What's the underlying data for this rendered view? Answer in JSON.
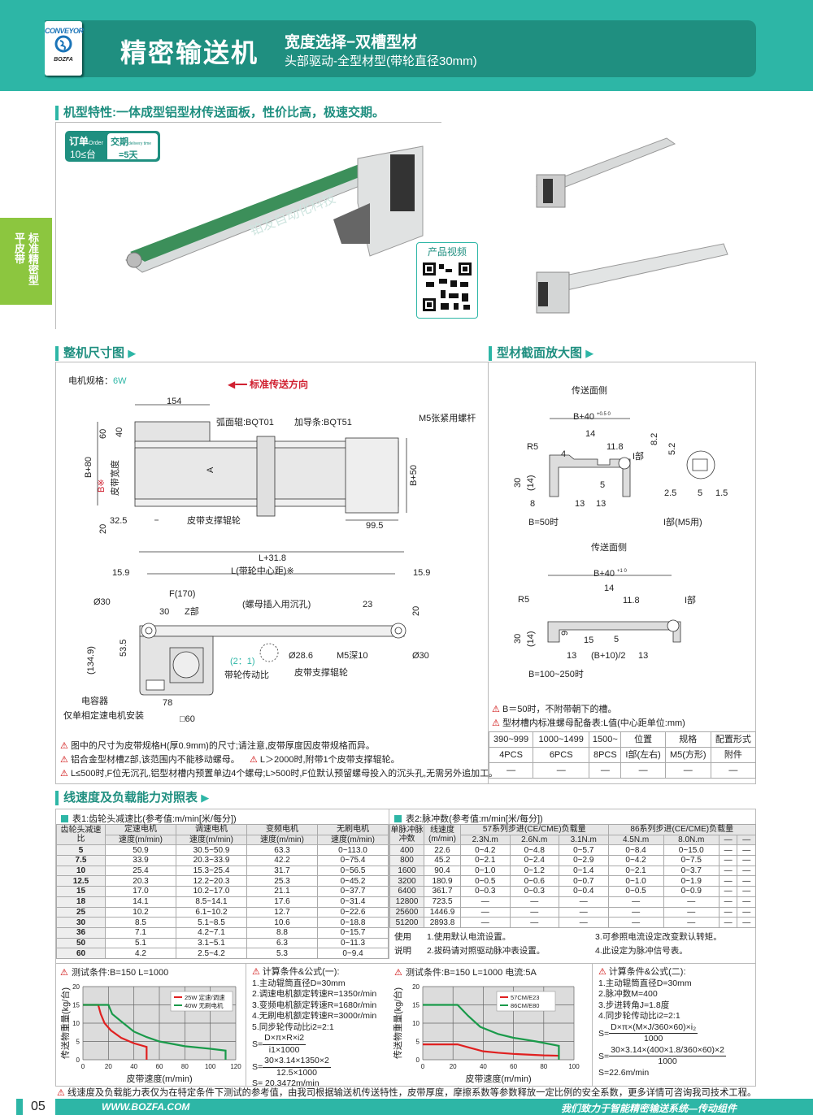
{
  "header": {
    "logo_top": "CONVEYOR",
    "logo_bottom": "BOZFA",
    "title": "精密输送机",
    "subtitle1": "宽度选择−双槽型材",
    "subtitle2": "头部驱动-全型材型(带轮直径30mm)"
  },
  "side_tab": {
    "col1": "标准精密型",
    "col2": "平皮带"
  },
  "features": {
    "title": "机型特性:一体成型铝型材传送面板，性价比高，极速交期。",
    "order_label": "订单",
    "order_en": "Order",
    "order_qty": "10≤台",
    "delivery_label": "交期",
    "delivery_en": "delivery time",
    "delivery_val": "=5天",
    "video_label": "产品视频",
    "watermark": "铂发自动化科技"
  },
  "dimension": {
    "title": "整机尺寸图",
    "motor_label": "电机规格：",
    "motor_value": "6W",
    "direction": "标准传送方向",
    "top": {
      "d154": "154",
      "roller": "弧面辊:BQT01",
      "guide": "加导条:BQT51",
      "screw": "M5张紧用螺杆",
      "d60": "60",
      "d40": "40",
      "b80": "B+80",
      "bmark": "B※",
      "bwidth": "皮带宽度",
      "a": "A",
      "b50": "B+50",
      "d325": "32.5",
      "d20": "20",
      "support": "皮带支撑辊轮",
      "d995": "99.5"
    },
    "side": {
      "l318": "L+31.8",
      "lcenter": "L(带轮中心距)※",
      "d159": "15.9",
      "f170": "F(170)",
      "o30": "Ø30",
      "d30": "30",
      "zpart": "Z部",
      "nut_hole": "(螺母插入用沉孔)",
      "d23": "23",
      "d20": "20",
      "d535": "53.5",
      "d1349": "(134.9)",
      "ratio": "(2：1)",
      "ratio_label": "带轮传动比",
      "o286": "Ø28.6",
      "m5": "M5深10",
      "support": "皮带支撑辊轮",
      "capacitor": "电容器",
      "cap_note": "仅单相定速电机安装",
      "d78": "78",
      "sq60": "□60"
    },
    "notes": [
      "图中的尺寸为皮带规格H(厚0.9mm)的尺寸;请注意,皮带厚度因皮带规格而异。",
      "铝合金型材槽Z部,该范围内不能移动螺母。",
      "L＞2000时,附带1个皮带支撑辊轮。",
      "L≤500时,F位无沉孔,铝型材槽内预置单边4个螺母;L>500时,F位默认预留螺母投入的沉头孔,无需另外追加工。"
    ]
  },
  "profile": {
    "title": "型材截面放大图",
    "side": "传送面侧",
    "b40": "B+40",
    "tol1": "+0.5 0",
    "tol2": "+1 0",
    "d14": "14",
    "d118": "11.8",
    "r5": "R5",
    "ipart": "I部",
    "d8": "8",
    "d30": "30",
    "d14p": "(14)",
    "d4": "4",
    "d5": "5",
    "d13": "13",
    "d9": "9",
    "d15": "15",
    "b10": "(B+10)/2",
    "case1": "B=50时",
    "case2": "B=100~250时",
    "detail": "I部(M5用)",
    "d82": "8.2",
    "d52": "5.2",
    "d25": "2.5",
    "d15b": "1.5",
    "notes": [
      "B＝50时，不附带朝下的槽。",
      "型材槽内标准螺母配备表:L值(中心距单位:mm)"
    ],
    "nut_table": {
      "headers": [
        "390~999",
        "1000~1499",
        "1500~",
        "位置",
        "规格",
        "配置形式"
      ],
      "rows": [
        [
          "4PCS",
          "6PCS",
          "8PCS",
          "I部(左右)",
          "M5(方形)",
          "附件"
        ],
        [
          "—",
          "—",
          "—",
          "—",
          "—",
          "—"
        ]
      ]
    }
  },
  "speed": {
    "title": "线速度及负载能力对照表",
    "table1": {
      "caption": "表1:齿轮头减速比(参考值:m/min[米/每分])",
      "h0": "齿轮头减速比",
      "heads": [
        "定速电机",
        "调速电机",
        "变频电机",
        "无刷电机"
      ],
      "sub": "速度(m/min)",
      "rows": [
        [
          "5",
          "50.9",
          "30.5~50.9",
          "63.3",
          "0~113.0"
        ],
        [
          "7.5",
          "33.9",
          "20.3~33.9",
          "42.2",
          "0~75.4"
        ],
        [
          "10",
          "25.4",
          "15.3~25.4",
          "31.7",
          "0~56.5"
        ],
        [
          "12.5",
          "20.3",
          "12.2~20.3",
          "25.3",
          "0~45.2"
        ],
        [
          "15",
          "17.0",
          "10.2~17.0",
          "21.1",
          "0~37.7"
        ],
        [
          "18",
          "14.1",
          "8.5~14.1",
          "17.6",
          "0~31.4"
        ],
        [
          "25",
          "10.2",
          "6.1~10.2",
          "12.7",
          "0~22.6"
        ],
        [
          "30",
          "8.5",
          "5.1~8.5",
          "10.6",
          "0~18.8"
        ],
        [
          "36",
          "7.1",
          "4.2~7.1",
          "8.8",
          "0~15.7"
        ],
        [
          "50",
          "5.1",
          "3.1~5.1",
          "6.3",
          "0~11.3"
        ],
        [
          "60",
          "4.2",
          "2.5~4.2",
          "5.3",
          "0~9.4"
        ]
      ]
    },
    "table2": {
      "caption": "表2:脉冲数(参考值:m/min[米/每分])",
      "h0": "单脉冲脉冲数",
      "h1": "线速度(m/min)",
      "g57": "57系列步进(CE/CME)负载量",
      "g86": "86系列步进(CE/CME)负载量",
      "subs": [
        "2.3N.m",
        "2.6N.m",
        "3.1N.m",
        "4.5N.m",
        "8.0N.m",
        "—",
        "—"
      ],
      "rows": [
        [
          "400",
          "22.6",
          "0~4.2",
          "0~4.8",
          "0~5.7",
          "0~8.4",
          "0~15.0",
          "—",
          "—"
        ],
        [
          "800",
          "45.2",
          "0~2.1",
          "0~2.4",
          "0~2.9",
          "0~4.2",
          "0~7.5",
          "—",
          "—"
        ],
        [
          "1600",
          "90.4",
          "0~1.0",
          "0~1.2",
          "0~1.4",
          "0~2.1",
          "0~3.7",
          "—",
          "—"
        ],
        [
          "3200",
          "180.9",
          "0~0.5",
          "0~0.6",
          "0~0.7",
          "0~1.0",
          "0~1.9",
          "—",
          "—"
        ],
        [
          "6400",
          "361.7",
          "0~0.3",
          "0~0.3",
          "0~0.4",
          "0~0.5",
          "0~0.9",
          "—",
          "—"
        ],
        [
          "12800",
          "723.5",
          "—",
          "—",
          "—",
          "—",
          "—",
          "—",
          "—"
        ],
        [
          "25600",
          "1446.9",
          "—",
          "—",
          "—",
          "—",
          "—",
          "—",
          "—"
        ],
        [
          "51200",
          "2893.8",
          "—",
          "—",
          "—",
          "—",
          "—",
          "—",
          "—"
        ]
      ],
      "use_label1": "使用",
      "use_label2": "说明",
      "use": [
        "1.使用默认电流设置。",
        "2.拔码请对照驱动脉冲表设置。",
        "3.可参照电流设定改变默认转矩。",
        "4.此设定为脉冲信号表。"
      ]
    },
    "formula1": {
      "title": "计算条件&公式(一):",
      "lines": [
        "1.主动辊筒直径D=30mm",
        "2.调速电机额定转速R=1350r/min",
        "3.变频电机额定转速R=1680r/min",
        "4.无刷电机额定转速R=3000r/min",
        "5.同步轮传动比i2=2:1"
      ],
      "s": "S=",
      "n1": "D×π×R×i2",
      "d1": "i1×1000",
      "n2": "30×3.14×1350×2",
      "d2": "12.5×1000",
      "result": "S= 20.3472m/min"
    },
    "formula2": {
      "title": "计算条件&公式(二):",
      "lines": [
        "1.主动辊筒直径D=30mm",
        "2.脉冲数M=400",
        "3.步进转角J=1.8度",
        "4.同步轮传动比i2=2:1"
      ],
      "s": "S=",
      "n1": "D×π×(M×J/360×60)×i₂",
      "d1": "1000",
      "n2": "30×3.14×(400×1.8/360×60)×2",
      "d2": "1000",
      "result": "S=22.6m/min"
    },
    "bottom_note": "线速度及负载能力表仅为在特定条件下测试的参考值，由我司根据输送机传送特性，皮带厚度，摩擦系数等参数释放一定比例的安全系数，更多详情可咨询我司技术工程。"
  },
  "footer": {
    "page": "05",
    "url": "WWW.BOZFA.COM",
    "slogan": "我们致力于智能精密输送系统—传动组件"
  },
  "colors": {
    "teal": "#2db6a6",
    "dark_teal": "#1f8f80",
    "green_tab": "#8cc63f",
    "red": "#e02020",
    "green": "#1a9a4a"
  },
  "chart_data": [
    {
      "type": "line",
      "title": "测试条件:B=150   L=1000",
      "xlabel": "皮带速度(m/min)",
      "ylabel": "传送物重量(kg/台)",
      "xlim": [
        0,
        120
      ],
      "ylim": [
        0,
        20
      ],
      "xticks": [
        0,
        20,
        40,
        60,
        80,
        100,
        120
      ],
      "yticks": [
        0,
        5,
        10,
        15,
        20
      ],
      "grid": true,
      "legend": "top-right",
      "series": [
        {
          "name": "25W 定速/调速",
          "color": "#e02020",
          "points": [
            [
              0,
              15
            ],
            [
              12,
              15
            ],
            [
              14,
              12.5
            ],
            [
              17,
              10
            ],
            [
              22,
              8
            ],
            [
              30,
              6
            ],
            [
              40,
              4.5
            ],
            [
              50,
              3.5
            ],
            [
              50,
              0
            ]
          ]
        },
        {
          "name": "40W 无刷电机",
          "color": "#1a9a4a",
          "points": [
            [
              0,
              15
            ],
            [
              20,
              15
            ],
            [
              23,
              12.5
            ],
            [
              30,
              10.5
            ],
            [
              40,
              7.7
            ],
            [
              50,
              6.2
            ],
            [
              60,
              5
            ],
            [
              80,
              3.7
            ],
            [
              100,
              3
            ],
            [
              112,
              2.5
            ],
            [
              112,
              0
            ]
          ]
        }
      ]
    },
    {
      "type": "line",
      "title": "测试条件:B=150   L=1000  电流:5A",
      "xlabel": "皮带速度(m/min)",
      "ylabel": "传送物重量(kg/台)",
      "xlim": [
        0,
        100
      ],
      "ylim": [
        0,
        20
      ],
      "xticks": [
        0,
        20,
        40,
        60,
        80,
        100
      ],
      "yticks": [
        0,
        5,
        10,
        15,
        20
      ],
      "grid": true,
      "legend": "top-right",
      "series": [
        {
          "name": "57CM/E23",
          "color": "#e02020",
          "points": [
            [
              0,
              4.2
            ],
            [
              23,
              4.2
            ],
            [
              30,
              3.4
            ],
            [
              40,
              2.3
            ],
            [
              50,
              1.9
            ],
            [
              60,
              1.6
            ],
            [
              80,
              1.2
            ],
            [
              90,
              1.1
            ]
          ]
        },
        {
          "name": "86CM/E80",
          "color": "#1a9a4a",
          "points": [
            [
              0,
              15
            ],
            [
              23,
              15
            ],
            [
              30,
              12
            ],
            [
              38,
              9
            ],
            [
              50,
              7
            ],
            [
              60,
              6
            ],
            [
              75,
              5
            ],
            [
              90,
              3.8
            ],
            [
              90,
              0
            ]
          ]
        }
      ]
    }
  ]
}
